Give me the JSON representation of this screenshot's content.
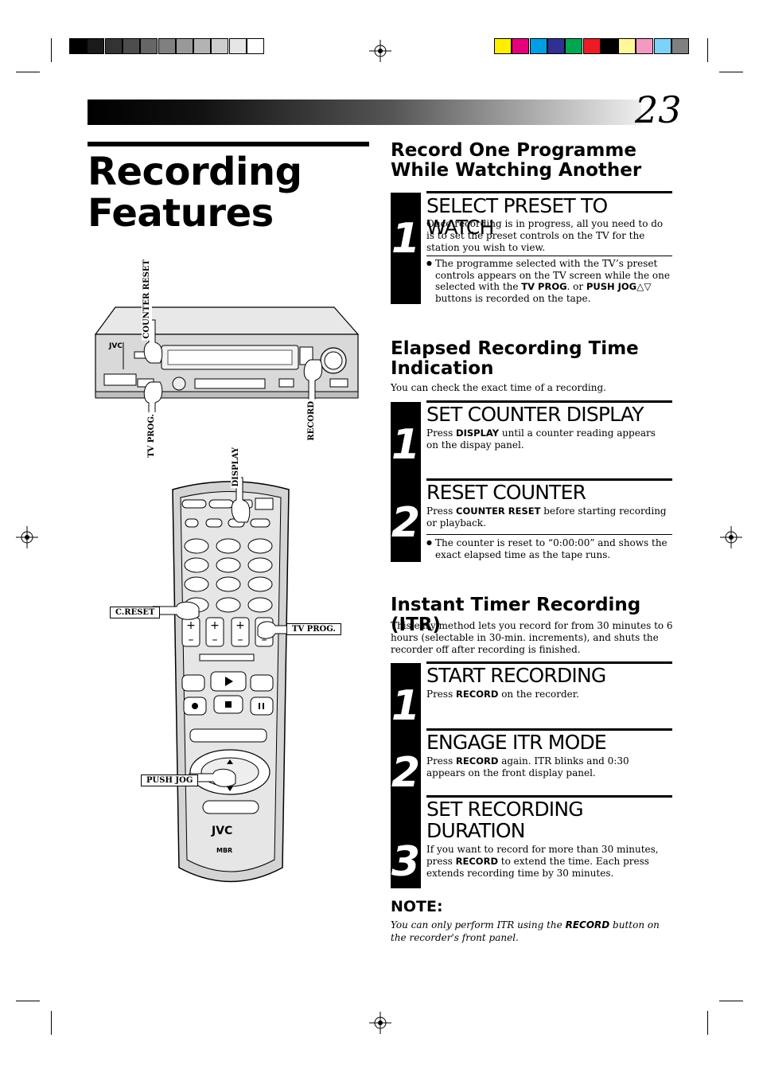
{
  "page": {
    "number": "23",
    "title_line1": "Recording",
    "title_line2": "Features"
  },
  "illustration": {
    "vcr_brand": "JVC",
    "remote_brand": "JVC",
    "remote_logo": "MBR",
    "labels": {
      "counter_reset": "COUNTER RESET",
      "record": "RECORD",
      "tv_prog_vcr": "TV PROG.",
      "display": "DISPLAY",
      "c_reset": "C.RESET",
      "tv_prog_remote": "TV PROG.",
      "push_jog": "PUSH JOG"
    }
  },
  "section1": {
    "heading_line1": "Record One Programme",
    "heading_line2": "While Watching Another",
    "steps": [
      {
        "number": "1",
        "title": "SELECT PRESET TO WATCH",
        "text": "Once recording is in progress, all you need to do is to set the preset controls on the TV for the station you wish to view.",
        "bullet_a": "The programme selected with the TV’s preset controls appears on the TV screen while the one selected with the ",
        "bullet_b1": "TV PROG",
        "bullet_c": ". or ",
        "bullet_b2": "PUSH JOG",
        "bullet_d": "△▽ buttons is recorded on the tape."
      }
    ]
  },
  "section2": {
    "heading_line1": "Elapsed Recording Time",
    "heading_line2": "Indication",
    "intro": "You can check the exact time of a recording.",
    "steps": [
      {
        "number": "1",
        "title": "SET COUNTER DISPLAY",
        "pre": "Press ",
        "bold": "DISPLAY",
        "post": " until a counter reading appears on the dispay panel."
      },
      {
        "number": "2",
        "title": "RESET COUNTER",
        "pre": "Press ",
        "bold": "COUNTER RESET",
        "post": " before starting recording or playback.",
        "bullet": "The counter is reset to “0:00:00” and shows the exact elapsed time as the tape runs."
      }
    ]
  },
  "section3": {
    "heading": "Instant Timer Recording (ITR)",
    "intro": "This easy method lets you record for from 30 minutes to 6 hours (selectable in 30-min. increments), and shuts the recorder off after recording is finished.",
    "steps": [
      {
        "number": "1",
        "title": "START RECORDING",
        "pre": "Press ",
        "bold": "RECORD",
        "post": " on the recorder."
      },
      {
        "number": "2",
        "title": "ENGAGE ITR MODE",
        "pre": "Press ",
        "bold": "RECORD",
        "post": " again. ITR blinks and 0:30 appears on the front display panel."
      },
      {
        "number": "3",
        "title_line1": "SET RECORDING",
        "title_line2": "DURATION",
        "pre": "If you want to record for more than 30 minutes, press ",
        "bold": "RECORD",
        "post": " to extend the time. Each press extends recording time by 30 minutes."
      }
    ]
  },
  "note": {
    "heading": "NOTE:",
    "pre": "You can only perform ITR using the ",
    "bold": "RECORD",
    "post": " button on the recorder's front panel."
  },
  "colors": {
    "gray_bar": [
      "#000000",
      "#1a1a1a",
      "#333333",
      "#4d4d4d",
      "#666666",
      "#808080",
      "#999999",
      "#b3b3b3",
      "#cccccc",
      "#e6e6e6",
      "#ffffff"
    ],
    "color_bar": [
      "#ffee00",
      "#e6007e",
      "#009fe3",
      "#2e3192",
      "#00a651",
      "#ed1c24",
      "#000000",
      "#fff799",
      "#f49ac1",
      "#7dd3f7",
      "#808080"
    ]
  }
}
